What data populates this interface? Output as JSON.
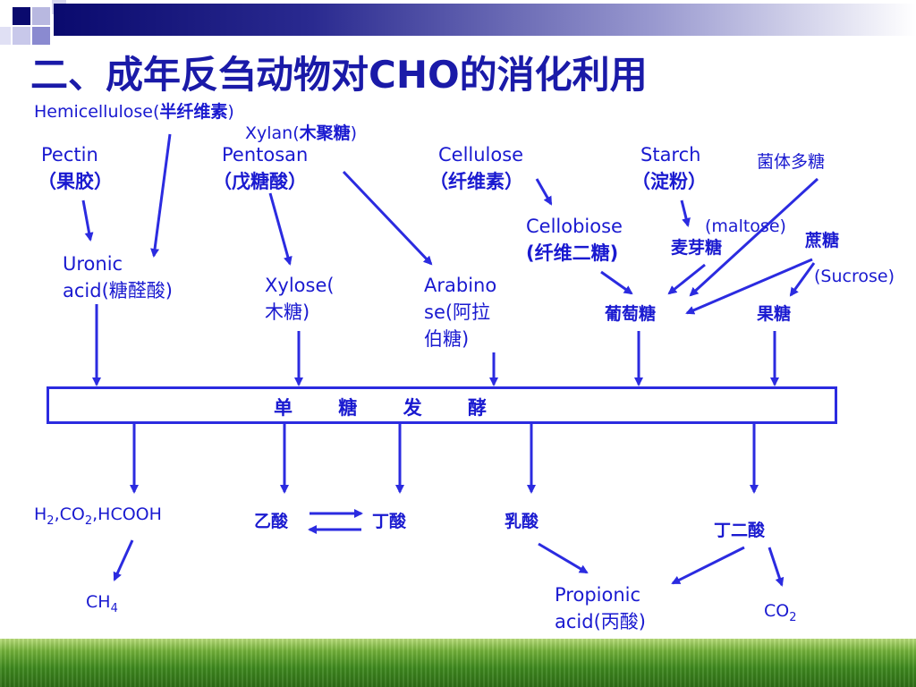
{
  "title": "二、成年反刍动物对CHO的消化利用",
  "colors": {
    "accent": "#2b2be0",
    "title": "#1a1aa8",
    "grass": "#4a9a2a",
    "deco_navy": "#0a0a6e"
  },
  "nodes": {
    "hemicellulose": {
      "text": "Hemicellulose(",
      "zh": "半纤维素",
      "tail": ")"
    },
    "xylan": {
      "text": "Xylan(",
      "zh": "木聚糖",
      "tail": ")"
    },
    "pectin": {
      "line1": "Pectin",
      "line2": "（果胶）"
    },
    "pentosan": {
      "line1": "Pentosan",
      "line2": "（戊糖酸）"
    },
    "cellulose": {
      "line1": "Cellulose",
      "line2": "（纤维素）"
    },
    "starch": {
      "line1": "Starch",
      "line2": "（淀粉）"
    },
    "bacterial_polysaccharide": "菌体多糖",
    "cellobiose": {
      "line1": "Cellobiose",
      "line2": "(纤维二糖)"
    },
    "maltose": "(maltose)",
    "maltose_zh": "麦芽糖",
    "sucrose_zh": "蔗糖",
    "sucrose": "(Sucrose)",
    "uronic_acid": {
      "line1": "Uronic",
      "line2": "acid(糖醛酸)"
    },
    "xylose": {
      "line1": "Xylose(",
      "line2": "木糖)"
    },
    "arabinose": {
      "line1": "Arabino",
      "line2": "se(阿拉",
      "line3": "伯糖)"
    },
    "glucose": "葡萄糖",
    "fructose": "果糖",
    "fermentation": "单 糖 发 酵",
    "h2_co2_hcooh": {
      "h": "H",
      "s1": "2",
      "co": ",CO",
      "s2": "2",
      "rest": ",HCOOH"
    },
    "acetic_acid": "乙酸",
    "butyric_acid": "丁酸",
    "lactic_acid": "乳酸",
    "succinic_acid": "丁二酸",
    "ch4": {
      "main": "CH",
      "sub": "4"
    },
    "propionic_acid": {
      "line1": "Propionic",
      "line2": "acid(丙酸)"
    },
    "co2": {
      "main": "CO",
      "sub": "2"
    }
  }
}
